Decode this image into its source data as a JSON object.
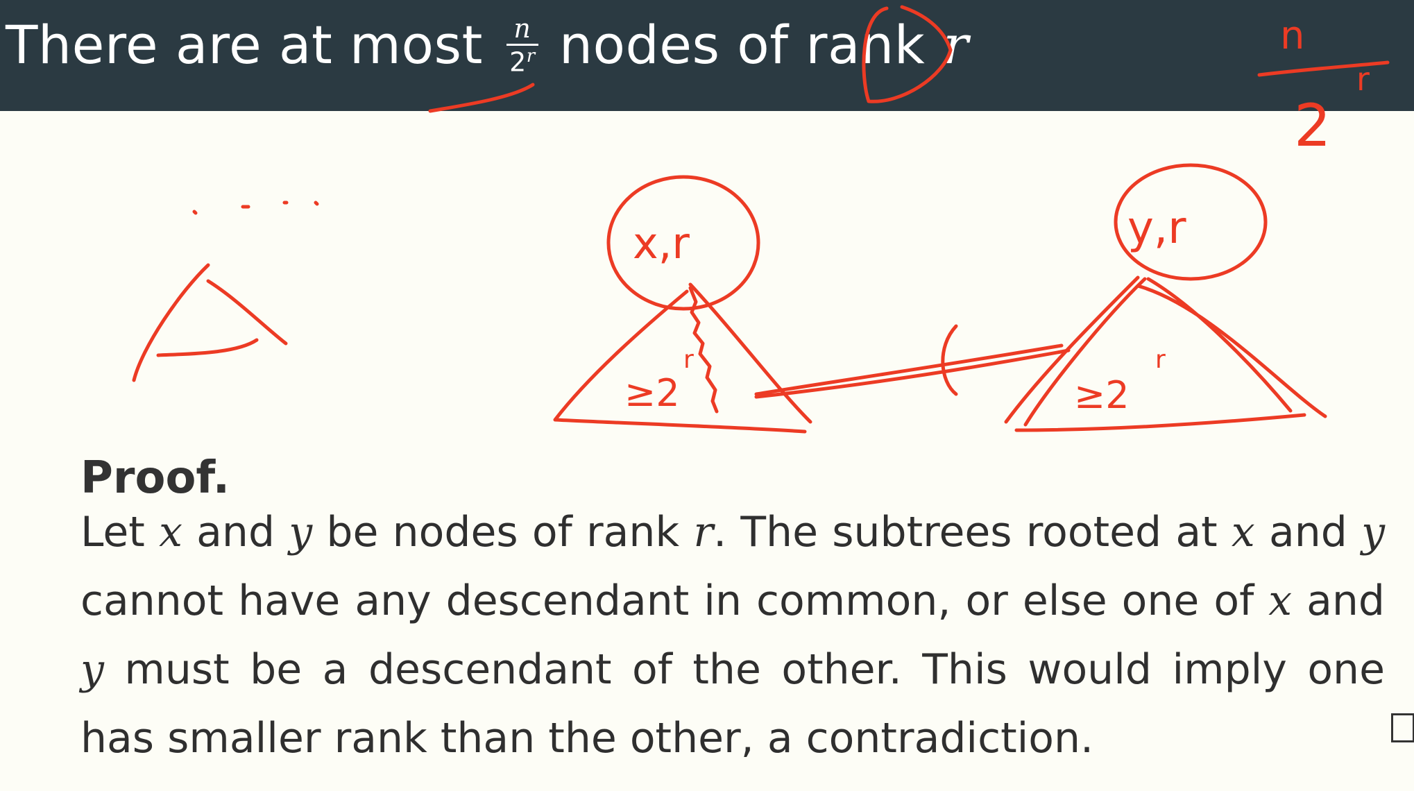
{
  "title": {
    "prefix": "There are at most",
    "fraction_numerator": "n",
    "fraction_denominator_base": "2",
    "fraction_denominator_exp": "r",
    "middle": "nodes of rank",
    "variable": "r"
  },
  "proof": {
    "heading": "Proof.",
    "segments": [
      "Let ",
      "x",
      " and ",
      "y",
      " be nodes of rank ",
      "r",
      ". The subtrees rooted at ",
      "x",
      " and ",
      "y",
      " cannot have any descendant in common, or else one of ",
      "x",
      " and ",
      "y",
      " must be a descendant of the other. This would imply one has smaller rank than the other, a contradiction."
    ]
  },
  "annotations": {
    "ink_color": "#ec3b24",
    "fraction_top": "n",
    "fraction_bottom": "2",
    "fraction_exp": "r",
    "left_node_label": "x,r",
    "left_subtree_label": "≥2",
    "left_subtree_exp": "r",
    "right_node_label": "y,r",
    "right_subtree_label": "≥2",
    "right_subtree_exp": "r"
  }
}
